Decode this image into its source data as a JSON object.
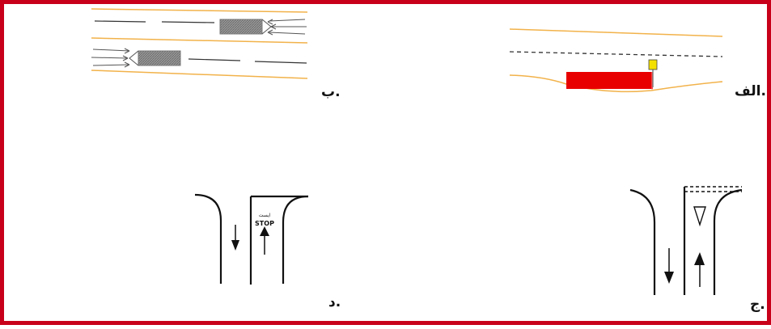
{
  "colors": {
    "frame": "#c8001a",
    "road_edge": "#f2b24a",
    "parked_car": "#e80000",
    "sign": "#f4e000",
    "lane_line": "#333333",
    "car_body": "#8a8a8a"
  },
  "labels": {
    "alef": "الف.",
    "be": "ب.",
    "jim": "ج.",
    "dal": "د."
  },
  "panel_d": {
    "sign_text_small": "ایست",
    "sign_text_stop": "STOP"
  }
}
